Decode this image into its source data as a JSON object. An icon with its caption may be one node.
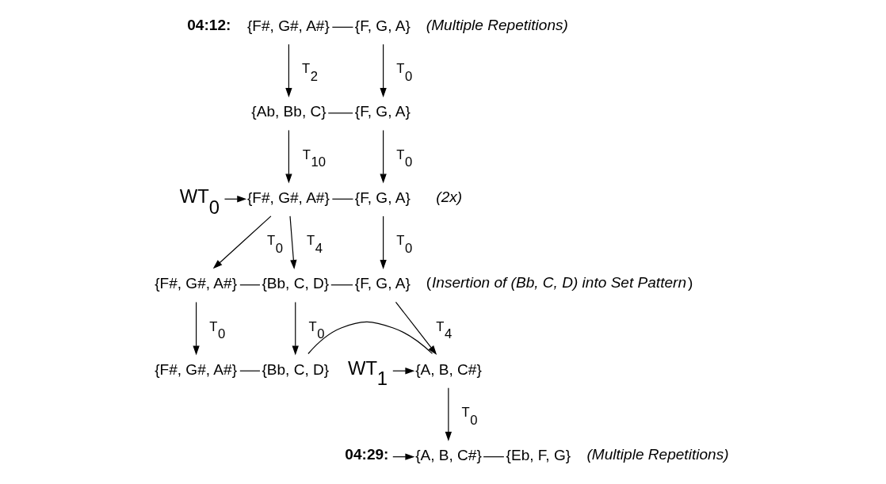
{
  "diagram": {
    "nodes": [
      {
        "text": [
          "{F#, G#, A#}"
        ]
      },
      {
        "text": [
          "{F, G, A}"
        ],
        "beside": [
          "(Multiple Repetitions)"
        ]
      },
      {
        "text": [
          "{Ab, Bb, C}"
        ]
      },
      {
        "text": [
          "{F, G, A}"
        ]
      },
      {
        "text": [
          "WT$_{0}$"
        ]
      },
      {
        "text": [
          "{F#, G#, A#}"
        ]
      },
      {
        "text": [
          "{F, G, A}"
        ],
        "beside": [
          "(2x)"
        ]
      },
      {
        "text": [
          "{F#, G#, A#}"
        ]
      },
      {
        "text": [
          "{Bb, C, D}"
        ]
      },
      {
        "text": [
          "{F, G, A}"
        ],
        "beside": [
          "(*Insertion of (Bb, C, D) into Set Pattern*)"
        ]
      },
      {
        "text": [
          "{F#, G#, A#}"
        ]
      },
      {
        "text": [
          "{Bb, C, D}"
        ]
      },
      {
        "text": [
          "{A, B, C#}"
        ]
      },
      {
        "text": [
          "WT$_{1}$"
        ]
      },
      {
        "text": [
          "04:29:"
        ]
      },
      {
        "text": [
          "{A, B, C#}"
        ]
      },
      {
        "text": [
          "{Eb, F, G}"
        ],
        "beside": [
          "(Multiple Repetitions)"
        ]
      }
    ],
    "edges": [
      {
        "from": 0,
        "to": 1,
        "arrow": "none"
      },
      {
        "from": 0,
        "to": 2,
        "arrow": "to",
        "label": "T$_{2}$"
      },
      {
        "from": 1,
        "to": 3,
        "arrow": "to",
        "label": "T$_{0}$"
      },
      {
        "from": 2,
        "to": 3,
        "arrow": "none"
      },
      {
        "from": 2,
        "to": 5,
        "arrow": "to",
        "label": "T$_{10}$"
      },
      {
        "from": 3,
        "to": 6,
        "arrow": "to",
        "label": "T$_{0}$"
      },
      {
        "from": 4,
        "to": 5,
        "arrow": "to"
      },
      {
        "from": 5,
        "to": 6,
        "arrow": "none"
      },
      {
        "from": 5,
        "to": 7,
        "arrow": "to",
        "label": "T$_{0}$"
      },
      {
        "from": 5,
        "to": 8,
        "arrow": "to",
        "label": "T$_{4}$"
      },
      {
        "from": 6,
        "to": 9,
        "arrow": "to",
        "label": "T$_{0}$"
      },
      {
        "from": 7,
        "to": 8,
        "arrow": "none"
      },
      {
        "from": 8,
        "to": 9,
        "arrow": "none"
      },
      {
        "from": 7,
        "to": 10,
        "arrow": "to",
        "label": "T$_{0}$"
      },
      {
        "from": 8,
        "to": 11,
        "arrow": "to",
        "label": "T$_{0}$"
      },
      {
        "from": 9,
        "to": 12,
        "arrow": "to",
        "label": "T$_{4}$"
      },
      {
        "from": 13,
        "to": 12,
        "arrow": "to"
      },
      {
        "from": 10,
        "to": 11,
        "arrow": "none"
      },
      {
        "from": 11,
        "to": 12,
        "arrow": "none"
      },
      {
        "from": 12,
        "to": 15,
        "arrow": "to",
        "label": "T$_{0}$"
      },
      {
        "from": 14,
        "to": 15,
        "arrow": "to"
      },
      {
        "from": 15,
        "to": 16,
        "arrow": "none"
      }
    ],
    "labels": [
      "04:12:"
    ]
  }
}
